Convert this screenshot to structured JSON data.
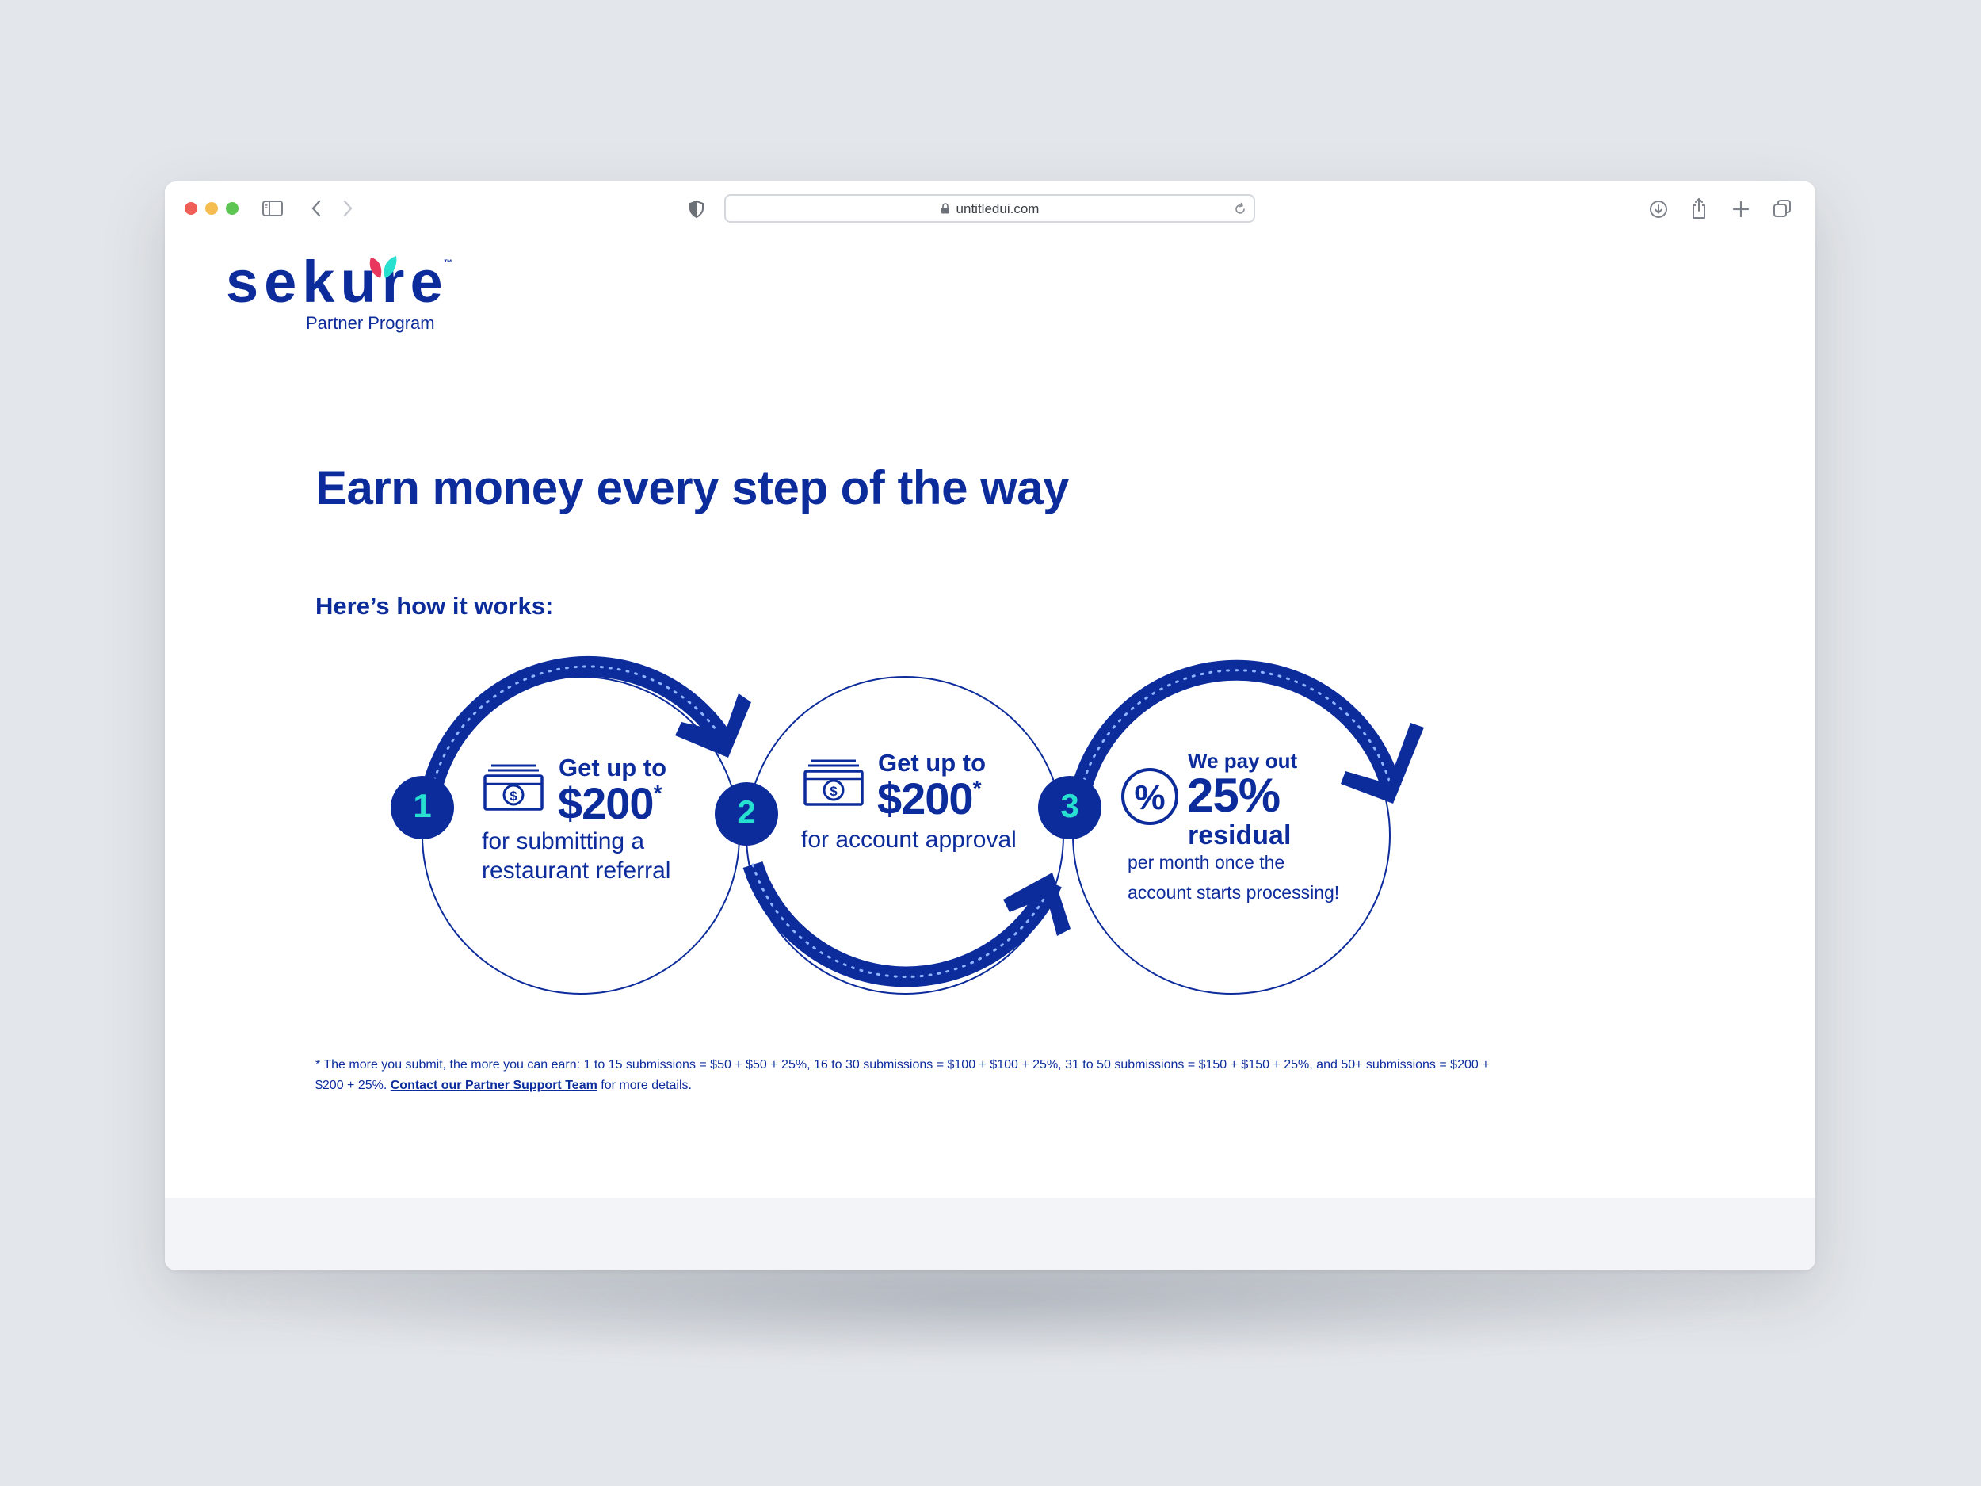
{
  "browser": {
    "url": "untitledui.com"
  },
  "brand": {
    "logo_text": "sekure",
    "trademark": "™",
    "subtitle": "Partner Program",
    "colors": {
      "primary": "#0d2c9c",
      "accent_teal": "#27e0d0",
      "accent_red": "#e8365d"
    }
  },
  "page": {
    "headline": "Earn money every step of the way",
    "subhead": "Here’s how it works:"
  },
  "steps": [
    {
      "number": "1",
      "icon": "cash-icon",
      "lead": "Get up to",
      "amount": "$200",
      "amount_mark": "*",
      "description_line1": "for submitting a",
      "description_line2": "restaurant referral"
    },
    {
      "number": "2",
      "icon": "cash-icon",
      "lead": "Get up to",
      "amount": "$200",
      "amount_mark": "*",
      "description_line1": "for account approval"
    },
    {
      "number": "3",
      "icon": "percent-icon",
      "lead": "We pay out",
      "amount": "25%",
      "amount_word": "residual",
      "description_line1": "per month once the",
      "description_line2": "account starts processing!"
    }
  ],
  "footnote": {
    "text_part1": "* The more you submit, the more you can earn: 1 to 15 submissions = $50 + $50 + 25%, 16 to 30 submissions = $100 + $100 + 25%, 31 to 50 submissions = $150 + $150 + 25%, and 50+ submissions = $200 + $200 + 25%. ",
    "link_text": "Contact our Partner Support Team",
    "text_part2": " for more details."
  }
}
